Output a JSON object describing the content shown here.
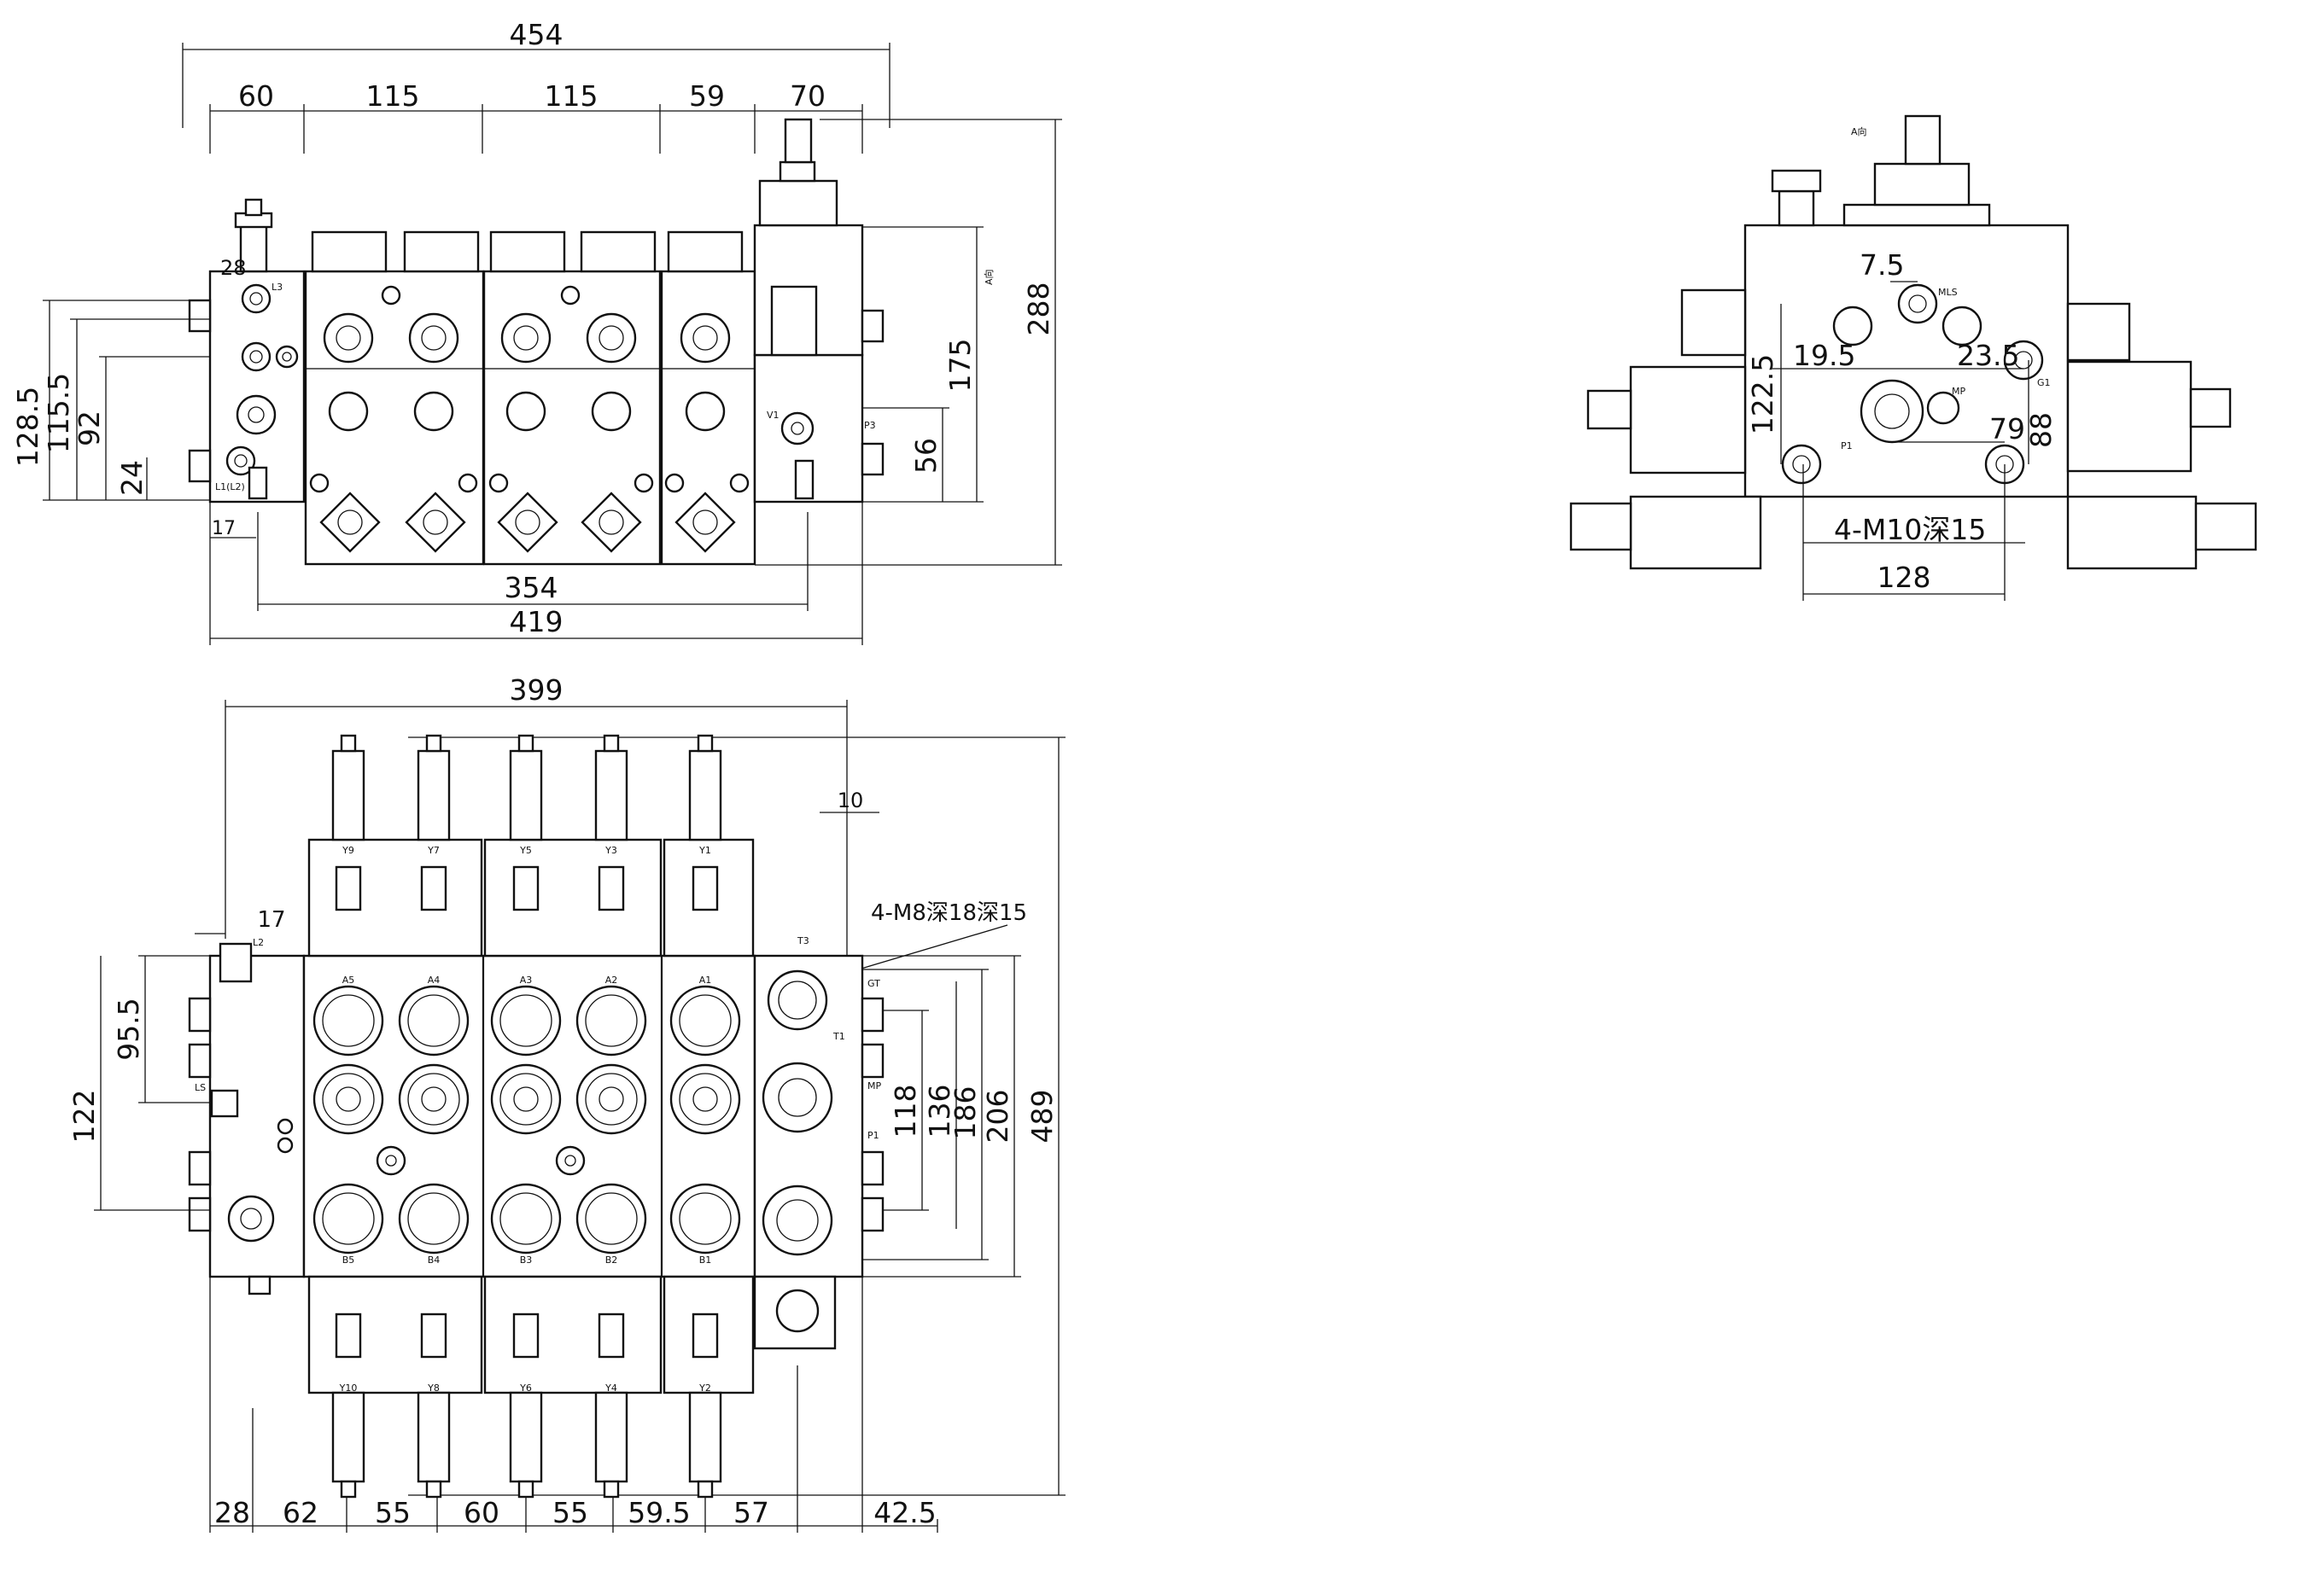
{
  "front_view": {
    "dims_h": {
      "overall_top": "454",
      "segments": [
        "60",
        "115",
        "115",
        "59",
        "70"
      ],
      "bottom_354": "354",
      "bottom_419": "419",
      "left_17": "17"
    },
    "dims_v": {
      "left": [
        "128.5",
        "115.5",
        "92",
        "24"
      ],
      "right": [
        "175",
        "56",
        "288"
      ]
    },
    "labels": {
      "l3": "L3",
      "l1": "L1(L2)",
      "d28": "28",
      "a_view": "A向",
      "v1": "V1",
      "p3": "P3"
    }
  },
  "side_view": {
    "dims": {
      "d7_5": "7.5",
      "d19_5": "19.5",
      "d23_5": "23.5",
      "d122_5": "122.5",
      "d79": "79",
      "d88": "88",
      "thread": "4-M10深15",
      "d128": "128"
    },
    "labels": {
      "a_view": "A向",
      "mls": "MLS",
      "mp": "MP",
      "p1": "P1",
      "g1": "G1"
    }
  },
  "top_view": {
    "dims_h": {
      "overall_399": "399",
      "d10": "10",
      "d17": "17",
      "bottom": [
        "28",
        "62",
        "55",
        "60",
        "55",
        "59.5",
        "57",
        "42.5"
      ]
    },
    "dims_v": {
      "left": [
        "95.5",
        "122"
      ],
      "right": [
        "118",
        "136",
        "186",
        "206",
        "489"
      ]
    },
    "thread": "4-M8深18深15",
    "labels": {
      "l2": "L2",
      "t3": "T3",
      "gt": "GT",
      "mp": "MP",
      "p1": "P1",
      "t1": "T1",
      "ls": "LS",
      "a_ports": [
        "A5",
        "A4",
        "A3",
        "A2",
        "A1"
      ],
      "b_ports": [
        "B5",
        "B4",
        "B3",
        "B2",
        "B1"
      ],
      "y_top": [
        "Y9",
        "Y7",
        "Y5",
        "Y3",
        "Y1"
      ],
      "y_bottom": [
        "Y10",
        "Y8",
        "Y6",
        "Y4",
        "Y2"
      ]
    }
  },
  "colors": {
    "line": "#111111",
    "background": "#ffffff"
  }
}
